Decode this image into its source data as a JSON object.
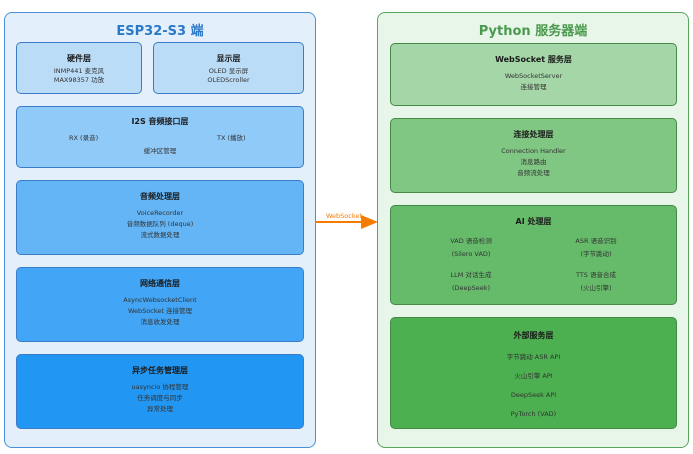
{
  "esp32": {
    "title": "ESP32-S3 端",
    "hardware": {
      "title": "硬件层",
      "lines": [
        "INMP441 麦克风",
        "MAX98357 功放"
      ]
    },
    "display": {
      "title": "显示层",
      "lines": [
        "OLED 显示屏",
        "OLEDScroller"
      ]
    },
    "i2s": {
      "title": "I2S 音频接口层",
      "rx": "RX (录音)",
      "tx": "TX (播放)",
      "buffer": "缓冲区管理"
    },
    "audio": {
      "title": "音频处理层",
      "lines": [
        "VoiceRecorder",
        "音频数据队列 (deque)",
        "流式数据处理"
      ]
    },
    "network": {
      "title": "网络通信层",
      "lines": [
        "AsyncWebsocketClient",
        "WebSocket 连接管理",
        "消息收发处理"
      ]
    },
    "async": {
      "title": "异步任务管理层",
      "lines": [
        "uasyncio 协程管理",
        "任务调度与同步",
        "异常处理"
      ]
    }
  },
  "connection": {
    "label": "WebSocket",
    "color": "#f57c00"
  },
  "python": {
    "title": "Python 服务器端",
    "websocket": {
      "title": "WebSocket 服务层",
      "lines": [
        "WebSocketServer",
        "连接管理"
      ]
    },
    "conn_handler": {
      "title": "连接处理层",
      "lines": [
        "Connection Handler",
        "消息路由",
        "音频流处理"
      ]
    },
    "ai": {
      "title": "AI 处理层",
      "items": [
        {
          "name": "VAD 语音检测",
          "detail": "(Silero VAD)"
        },
        {
          "name": "ASR 语音识别",
          "detail": "(字节跳动)"
        },
        {
          "name": "LLM 对话生成",
          "detail": "(DeepSeek)"
        },
        {
          "name": "TTS 语音合成",
          "detail": "(火山引擎)"
        }
      ]
    },
    "external": {
      "title": "外部服务层",
      "lines": [
        "字节跳动 ASR API",
        "火山引擎 API",
        "DeepSeek API",
        "PyTorch (VAD)"
      ]
    }
  }
}
